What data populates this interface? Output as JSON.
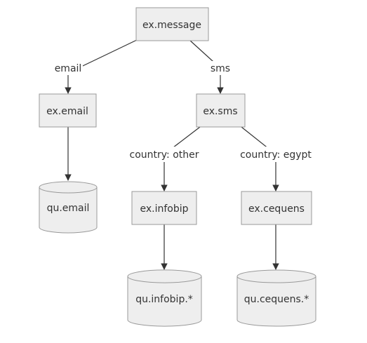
{
  "nodes": {
    "message": "ex.message",
    "email": "ex.email",
    "sms": "ex.sms",
    "infobip": "ex.infobip",
    "cequens": "ex.cequens"
  },
  "queues": {
    "email": "qu.email",
    "infobip": "qu.infobip.*",
    "cequens": "qu.cequens.*"
  },
  "edge_labels": {
    "email": "email",
    "sms": "sms",
    "other": "country: other",
    "egypt": "country: egypt"
  }
}
